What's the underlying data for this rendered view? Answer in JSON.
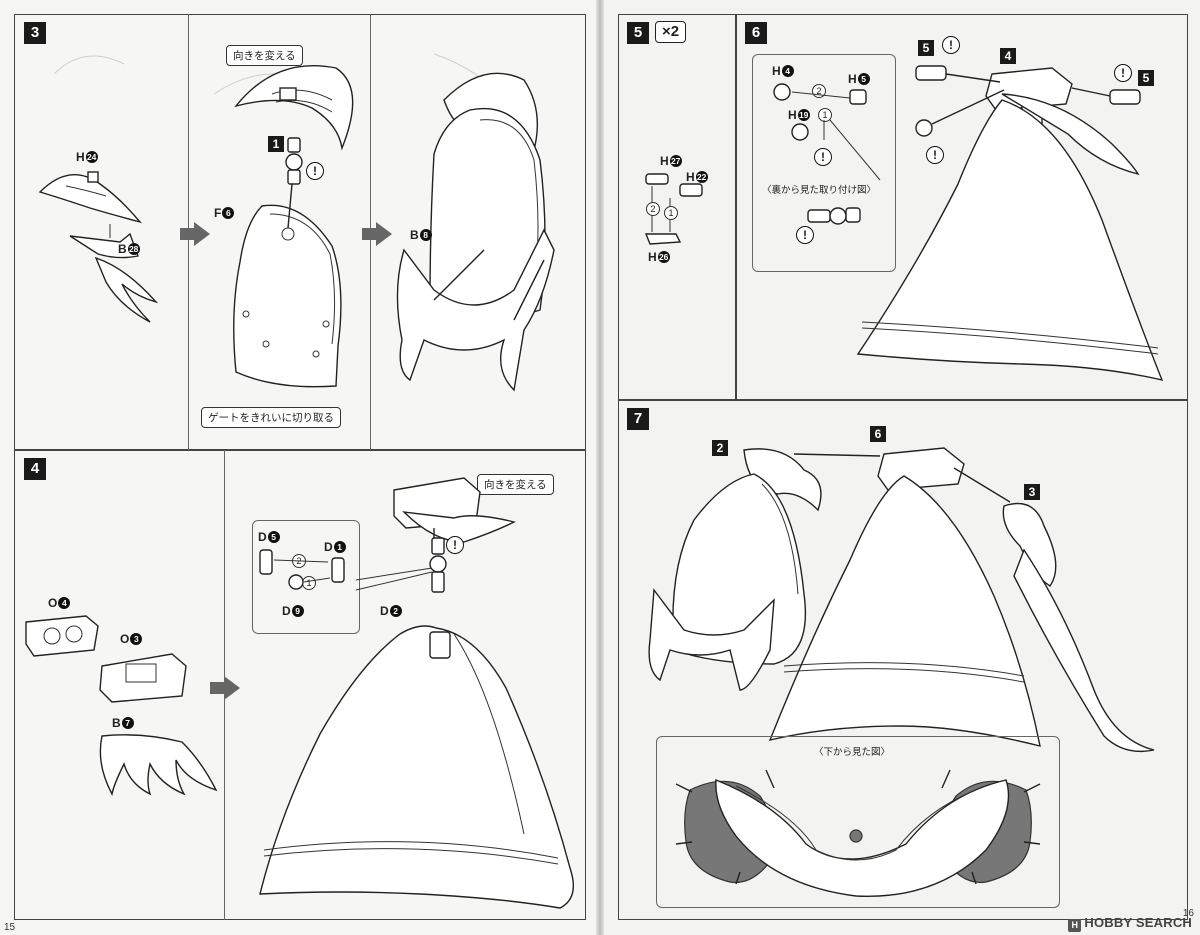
{
  "pages": {
    "left_number": "15",
    "right_number": "16"
  },
  "watermark": "HOBBY SEARCH",
  "step3": {
    "number": "3",
    "tag_turn": "向きを変える",
    "tag_gate": "ゲートをきれいに切り取る",
    "parts": {
      "h24_letter": "H",
      "h24_num": "24",
      "b28_letter": "B",
      "b28_num": "28",
      "f6_letter": "F",
      "f6_num": "6",
      "b8_letter": "B",
      "b8_num": "8"
    },
    "sub_ref": "1",
    "warn": "!"
  },
  "step4": {
    "number": "4",
    "tag_turn": "向きを変える",
    "parts": {
      "o4_letter": "O",
      "o4_num": "4",
      "o3_letter": "O",
      "o3_num": "3",
      "b7_letter": "B",
      "b7_num": "7",
      "d5_letter": "D",
      "d5_num": "5",
      "d1_letter": "D",
      "d1_num": "1",
      "d9_letter": "D",
      "d9_num": "9",
      "d2_letter": "D",
      "d2_num": "2"
    },
    "order_2": "2",
    "order_1": "1",
    "warn": "!"
  },
  "step5": {
    "number": "5",
    "multiplier": "×2",
    "parts": {
      "h27_letter": "H",
      "h27_num": "27",
      "h22_letter": "H",
      "h22_num": "22",
      "h26_letter": "H",
      "h26_num": "26"
    },
    "order_2": "2",
    "order_1": "1"
  },
  "step6": {
    "number": "6",
    "parts": {
      "h4_letter": "H",
      "h4_num": "4",
      "h5_letter": "H",
      "h5_num": "5",
      "h19_letter": "H",
      "h19_num": "19"
    },
    "order_2": "2",
    "order_1": "1",
    "sub_title": "〈裏から見た取り付け図〉",
    "ref_5a": "5",
    "ref_4": "4",
    "ref_5b": "5",
    "warn": "!"
  },
  "step7": {
    "number": "7",
    "ref_2": "2",
    "ref_6": "6",
    "ref_3": "3",
    "sub_title": "〈下から見た図〉"
  }
}
